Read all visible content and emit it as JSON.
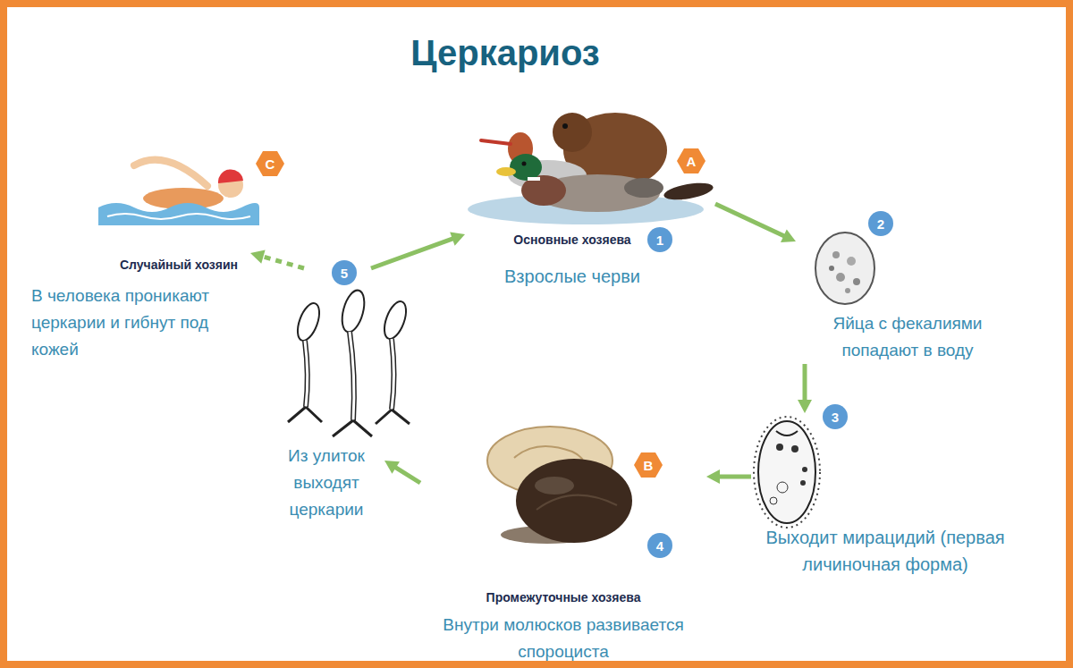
{
  "diagram": {
    "title": "Церкариоз",
    "nodes": [
      {
        "text": [
          "Основные хозяева",
          "Взрослые черви"
        ]
      },
      {
        "text": [
          "Яйца с фекалиями попадают в воду"
        ]
      },
      {
        "text": [
          "Выходит мирацидий (первая личиночная форма)"
        ]
      },
      {
        "text": [
          "Промежуточные хозяева",
          "Внутри молюсков развивается спороциста"
        ]
      },
      {
        "text": [
          "Из улиток выходят церкарии"
        ]
      },
      {
        "text": [
          "Случайный хозяин",
          "В человека проникают церкарии и гибнут под кожей"
        ]
      }
    ],
    "edges": [
      {
        "from": 0,
        "to": 1,
        "arrow": "to"
      },
      {
        "from": 1,
        "to": 2,
        "arrow": "to"
      },
      {
        "from": 2,
        "to": 3,
        "arrow": "to"
      },
      {
        "from": 3,
        "to": 4,
        "arrow": "to"
      },
      {
        "from": 4,
        "to": 0,
        "arrow": "to"
      },
      {
        "from": 4,
        "to": 5,
        "arrow": "to"
      }
    ],
    "labels": [
      "A",
      "1",
      "2",
      "3",
      "B",
      "4",
      "5",
      "C"
    ]
  }
}
